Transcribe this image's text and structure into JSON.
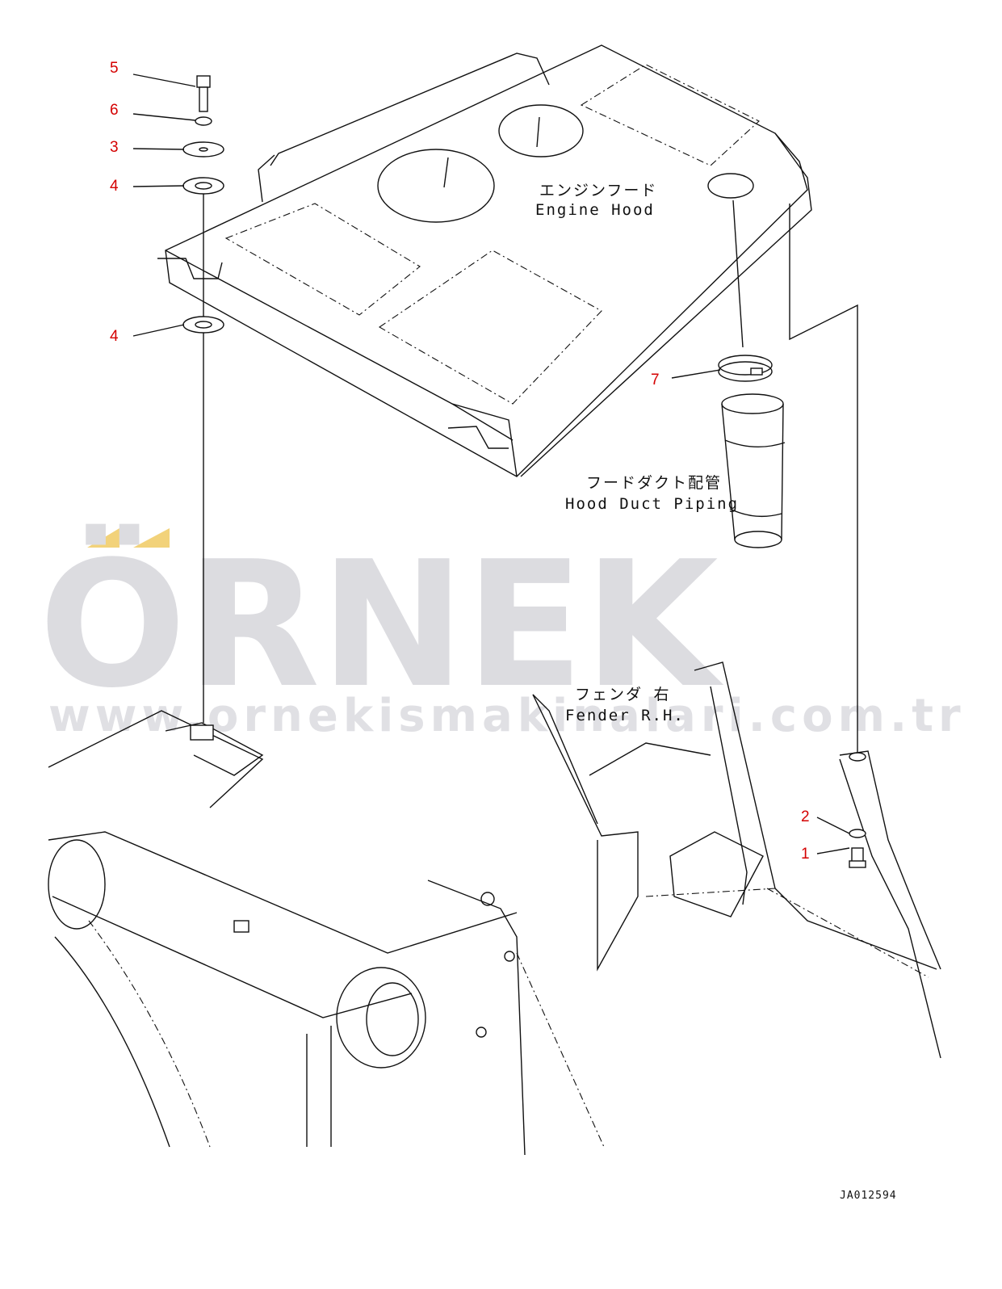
{
  "labels": {
    "engine_hood_ja": "エンジンフード",
    "engine_hood_en": "Engine Hood",
    "hood_duct_ja": "フードダクト配管",
    "hood_duct_en": "Hood Duct Piping",
    "fender_ja": "フェンダ 右",
    "fender_en": "Fender R.H."
  },
  "callouts": {
    "c1": "1",
    "c2": "2",
    "c3": "3",
    "c4a": "4",
    "c4b": "4",
    "c5": "5",
    "c6": "6",
    "c7": "7"
  },
  "drawing_code": "JA012594",
  "watermark": {
    "logo_text": "ÖRNEK",
    "url_text": "www.ornekismakinalari.com.tr",
    "accent_color": "#f2d27a"
  },
  "colors": {
    "callout": "#d40000",
    "line": "#111111",
    "watermark": "#dcdce0"
  }
}
